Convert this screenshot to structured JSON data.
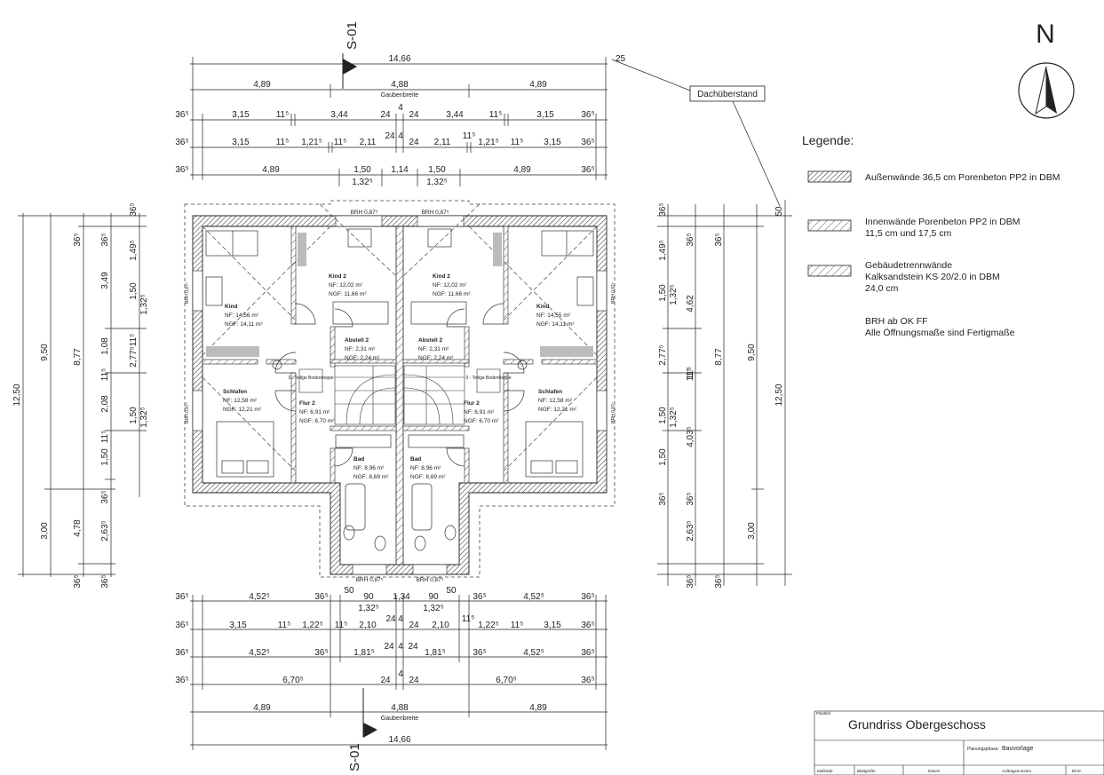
{
  "north_label": "N",
  "section": {
    "label": "S-01"
  },
  "overhang": {
    "label": "Dachüberstand",
    "value": "25"
  },
  "legend": {
    "title": "Legende:",
    "items": [
      {
        "lines": [
          "Außenwände 36,5 cm Porenbeton PP2 in DBM"
        ]
      },
      {
        "lines": [
          "Innenwände Porenbeton PP2 in DBM",
          "11,5 cm und 17,5 cm"
        ]
      },
      {
        "lines": [
          "Gebäudetrennwände",
          "Kalksandstein KS 20/2.0 in DBM",
          "24,0 cm"
        ]
      }
    ],
    "notes": [
      "BRH  ab OK FF",
      "Alle Öffnungsmaße sind Fertigmaße"
    ]
  },
  "dormer_label": "Gaubenbreite",
  "dims_top": {
    "total": "14,66",
    "row1": [
      "4,89",
      "4,88",
      "4,89"
    ],
    "row2": [
      "36⁵",
      "3,15",
      "11⁵",
      "3,44",
      "24",
      "4",
      "24",
      "3,44",
      "11⁵",
      "3,15",
      "36⁵"
    ],
    "row3": [
      "36⁵",
      "3,15",
      "11⁵",
      "1,21⁵",
      "11⁵",
      "2,11",
      "24",
      "4",
      "24",
      "2,11",
      "11⁵",
      "1,21⁵",
      "11⁵",
      "3,15",
      "36⁵"
    ],
    "row4": [
      "36⁵",
      "4,89",
      "1,50",
      "1,32⁵",
      "1,14",
      "1,50",
      "1,32⁵",
      "4,89",
      "36⁵"
    ]
  },
  "dims_bottom": {
    "row1": [
      "36⁵",
      "4,52⁵",
      "36⁵",
      "50",
      "90",
      "1,32⁵",
      "1,34",
      "90",
      "1,32⁵",
      "50",
      "36⁵",
      "4,52⁵",
      "36⁵"
    ],
    "row2": [
      "36⁵",
      "3,15",
      "11⁵",
      "1,22⁵",
      "11⁵",
      "2,10",
      "24",
      "4",
      "24",
      "2,10",
      "11⁵",
      "1,22⁵",
      "11⁵",
      "3,15",
      "36⁵"
    ],
    "row3": [
      "36⁵",
      "4,52⁵",
      "36⁵",
      "1,81⁵",
      "24",
      "4",
      "24",
      "1,81⁵",
      "36⁵",
      "4,52⁵",
      "36⁵"
    ],
    "row4": [
      "36⁵",
      "6,70⁵",
      "24",
      "4",
      "24",
      "6,70⁵",
      "36⁵"
    ],
    "row5": [
      "4,89",
      "4,88",
      "4,89"
    ],
    "total": "14,66"
  },
  "dims_left": {
    "col1": [
      "12,50"
    ],
    "col2": [
      "9,50",
      "3,00"
    ],
    "col3": [
      "36⁵",
      "8,77",
      "4,78",
      "36⁵"
    ],
    "col4": [
      "36⁵",
      "3,49",
      "1,08",
      "11⁵",
      "2,08",
      "11⁵",
      "1,50",
      "36⁵",
      "2,63⁵",
      "36⁵"
    ],
    "col5": [
      "36⁵",
      "1,49⁵",
      "1,50",
      "1,32⁵",
      "11⁵",
      "2,77⁵",
      "1,50",
      "1,32⁵"
    ]
  },
  "dims_right": {
    "col1": [
      "36⁵",
      "1,49⁵",
      "1,50",
      "1,32⁵",
      "2,77⁵",
      "11⁵",
      "1,50",
      "1,32⁵",
      "1,50",
      "36⁵",
      "2,63⁵",
      "36⁵"
    ],
    "col2": [
      "36⁵",
      "4,62",
      "11⁵",
      "4,03⁵",
      "36⁵"
    ],
    "col3": [
      "36⁵",
      "8,77",
      "36⁵"
    ],
    "col4": [
      "9,50",
      "3,00"
    ],
    "col5": [
      "50",
      "12,50"
    ]
  },
  "rooms": {
    "kind_l": {
      "name": "Kind",
      "nf": "NF:   14,56 m²",
      "ngf": "NGF:  14,11 m²"
    },
    "kind2_l": {
      "name": "Kind 2",
      "nf": "NF:   12,02 m²",
      "ngf": "NGF:  11,66 m²"
    },
    "abstell_l": {
      "name": "Abstell 2",
      "nf": "NF:   2,31 m²",
      "ngf": "NGF:  2,24 m²"
    },
    "schlafen_l": {
      "name": "Schlafen",
      "nf": "NF:   12,58 m²",
      "ngf": "NGF:  12,21 m²"
    },
    "flur_l": {
      "name": "Flur 2",
      "nf": "NF:   6,91 m²",
      "ngf": "NGF:  6,70 m²"
    },
    "bad_l": {
      "name": "Bad",
      "nf": "NF:   8,96 m²",
      "ngf": "NGF:  8,69 m²"
    },
    "kind_r": {
      "name": "Kind",
      "nf": "NF:   14,55 m²",
      "ngf": "NGF:  14,11 m²"
    },
    "kind2_r": {
      "name": "Kind 2",
      "nf": "NF:   12,02 m²",
      "ngf": "NGF:  11,66 m²"
    },
    "abstell_r": {
      "name": "Abstell 2",
      "nf": "NF:   2,31 m²",
      "ngf": "NGF:  2,24 m²"
    },
    "schlafen_r": {
      "name": "Schlafen",
      "nf": "NF:   12,58 m²",
      "ngf": "NGF:  12,21 m²"
    },
    "flur_r": {
      "name": "Flur 2",
      "nf": "NF:   6,91 m²",
      "ngf": "NGF:  6,70 m²"
    },
    "bad_r": {
      "name": "Bad",
      "nf": "NF:   8,96 m²",
      "ngf": "NGF:  8,69 m²"
    }
  },
  "brh": {
    "kind2_l": "BRH 0,87⁵",
    "kind2_r": "BRH 0,87⁵",
    "bad_l": "BRH 0,87⁵",
    "bad_r": "BRH 0,87⁵",
    "kind_l": "BRH 0,87⁵",
    "schlafen_l": "BRH 0,87⁵",
    "kind_r": "BRH 0,87⁵",
    "schlafen_r": "BRH 0,87⁵"
  },
  "attic_ladder": "3 - Teilige Bodentreppe",
  "title_block": {
    "header": "Plantitel",
    "title": "Grundriss Obergeschoss",
    "scheme_label": "Planungsphase:",
    "scheme_value": "Bauvorlage",
    "cols": [
      "Maßstab",
      "Blattgröße",
      "Datum",
      "Auftragsnummer",
      "Bl.Nr."
    ]
  }
}
